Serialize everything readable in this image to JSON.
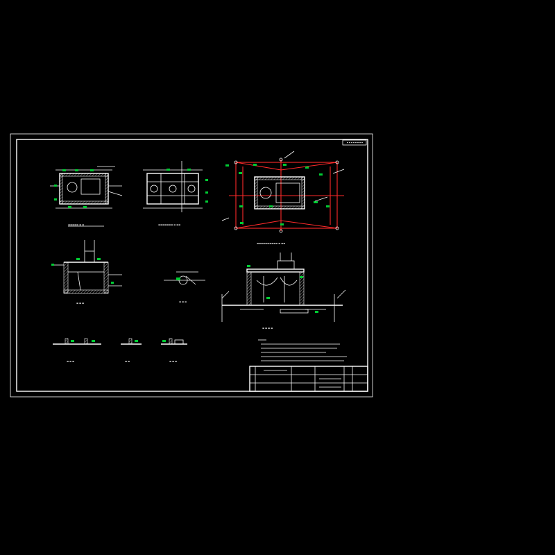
{
  "sheet": {
    "background": "#000000",
    "line_color": "#ffffff",
    "accent_red": "#ff2a2a",
    "accent_green": "#00cc33",
    "views": [
      "floor-plan",
      "top-plan",
      "pipe-layout-plan",
      "section-1-1",
      "detail-node",
      "section-2-2",
      "section-a-a",
      "detail-b",
      "section-c-c",
      "notes",
      "title-block"
    ]
  }
}
